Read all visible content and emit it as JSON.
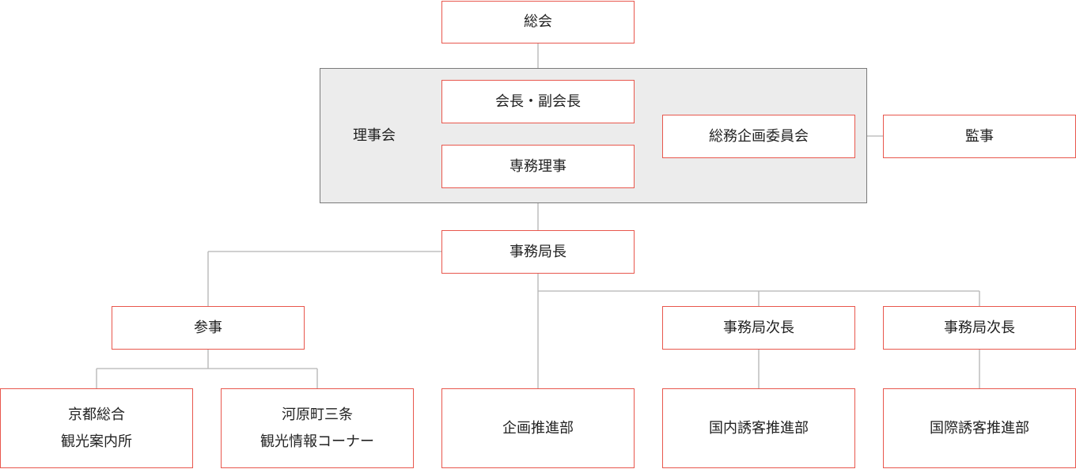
{
  "nodes": {
    "general_assembly": "総会",
    "board": "理事会",
    "chair": "会長・副会長",
    "executive_director": "専務理事",
    "general_affairs_committee": "総務企画委員会",
    "auditor": "監事",
    "secretary_general": "事務局長",
    "counselor": "参事",
    "deputy_secretary_general_1": "事務局次長",
    "deputy_secretary_general_2": "事務局次長",
    "kyoto_info_center": [
      "京都総合",
      "観光案内所"
    ],
    "kawaramachi_info_corner": [
      "河原町三条",
      "観光情報コーナー"
    ],
    "planning_dept": "企画推進部",
    "domestic_dept": "国内誘客推進部",
    "international_dept": "国際誘客推進部"
  },
  "colors": {
    "node_border": "#e8574d",
    "connector": "#b4b4b4",
    "board_fill": "#ececec",
    "board_border": "#7a7a7a"
  }
}
